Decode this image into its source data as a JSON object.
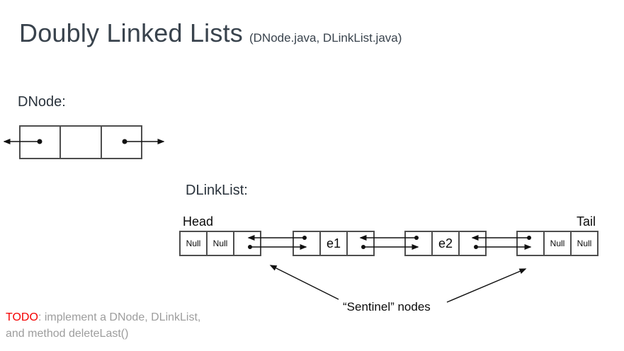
{
  "title": {
    "main": "Doubly Linked Lists",
    "suffix": "(DNode.java, DLinkList.java)"
  },
  "dnode": {
    "label": "DNode:"
  },
  "list": {
    "label": "DLinkList:",
    "head_label": "Head",
    "tail_label": "Tail",
    "sentinel_label": "“Sentinel” nodes",
    "nodes": [
      {
        "name": "head",
        "cells": [
          "Null",
          "Null",
          ""
        ]
      },
      {
        "name": "e1",
        "cells": [
          "",
          "e1",
          ""
        ]
      },
      {
        "name": "e2",
        "cells": [
          "",
          "e2",
          ""
        ]
      },
      {
        "name": "tail",
        "cells": [
          "",
          "Null",
          "Null"
        ]
      }
    ]
  },
  "todo": {
    "keyword": "TODO",
    "line1_rest": ": implement a DNode, DLinkList,",
    "line2": "and method deleteLast()"
  },
  "colors": {
    "title": "#39434d",
    "todo_red": "#f50000",
    "todo_gray": "#9d9d9d",
    "box_border": "#4e4e4e"
  }
}
